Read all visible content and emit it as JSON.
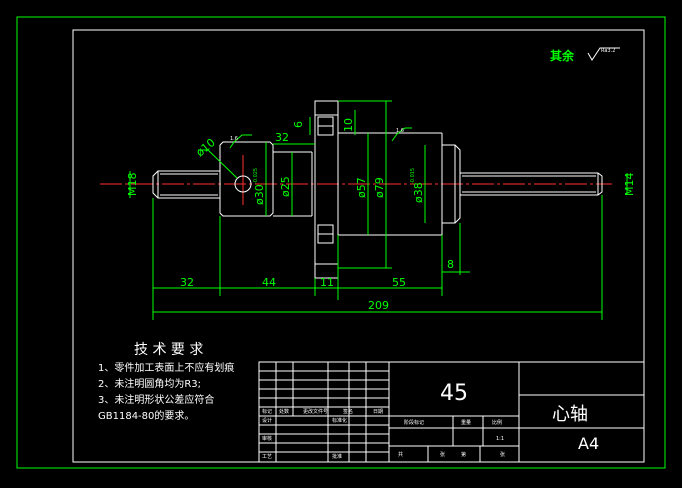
{
  "surface_note": {
    "label": "其余",
    "finish": "Ra3.2"
  },
  "title_block": {
    "part_name": "心轴",
    "material": "45",
    "sheet_size": "A4",
    "scale": "1:1",
    "row_labels": [
      "标记",
      "处数",
      "更改文件号",
      "签名",
      "日期",
      "设计",
      "标准化",
      "审核",
      "工艺",
      "批准"
    ],
    "mid_labels": [
      "阶段标记",
      "重量",
      "比例",
      "共",
      "张",
      "第",
      "张"
    ]
  },
  "tech_requirements": {
    "heading": "技 术 要 求",
    "items": [
      "1、零件加工表面上不应有划痕",
      "2、未注明圆角均为R3;",
      "3、未注明形状公差应符合",
      "GB1184-80的要求。"
    ]
  },
  "dimensions": {
    "len_32_left": "32",
    "len_44": "44",
    "len_11": "11",
    "len_55": "55",
    "len_8": "8",
    "len_209": "209",
    "len_32_top": "32",
    "len_6": "6",
    "len_10": "10",
    "dia_10": "ø10",
    "dia_30": "ø30",
    "dia_30_tol": "-0.025",
    "dia_25": "ø25",
    "dia_57": "ø57",
    "dia_79": "ø79",
    "dia_38": "ø38",
    "dia_38_tol": "-0.015",
    "thread_m18": "M18",
    "thread_m14": "M14",
    "rough_1": "1.6",
    "rough_2": "1.6"
  },
  "colors": {
    "background": "#000000",
    "frame": "#00ff00",
    "outline": "#ffffff",
    "centerline": "#ff3030"
  }
}
